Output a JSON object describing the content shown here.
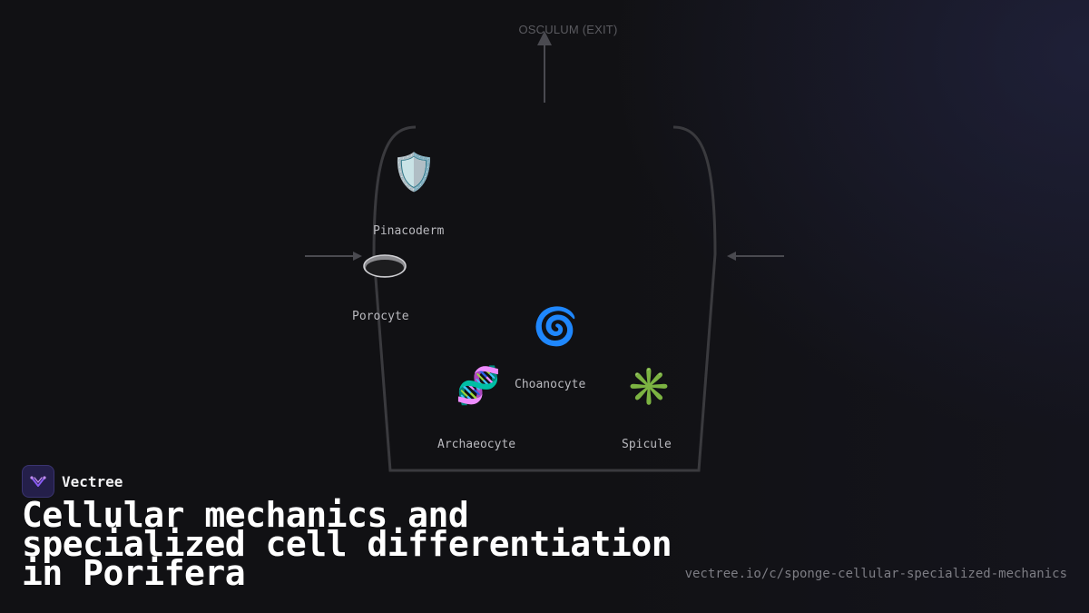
{
  "diagram": {
    "osculum_label": "OSCULUM (EXIT)",
    "cells": [
      {
        "name": "Pinacoderm",
        "icon": "shield-icon",
        "glyph": "🛡️"
      },
      {
        "name": "Porocyte",
        "icon": "pore-ring-icon",
        "glyph": ""
      },
      {
        "name": "Choanocyte",
        "icon": "cyclone-icon",
        "glyph": "🌀"
      },
      {
        "name": "Archaeocyte",
        "icon": "dna-icon",
        "glyph": "🧬"
      },
      {
        "name": "Spicule",
        "icon": "asterisk-icon",
        "glyph": "✳️"
      }
    ],
    "colors": {
      "body_outline": "#3a3a3e",
      "arrow": "#4a4a50",
      "label": "#b9b9be",
      "spicule_green": "#8bc34a",
      "choanocyte_blue": "#2196f3"
    }
  },
  "brand": {
    "name": "Vectree",
    "logo_icon": "vectree-logo-icon"
  },
  "title": "Cellular mechanics and specialized cell differentiation in Porifera",
  "url": "vectree.io/c/sponge-cellular-specialized-mechanics"
}
